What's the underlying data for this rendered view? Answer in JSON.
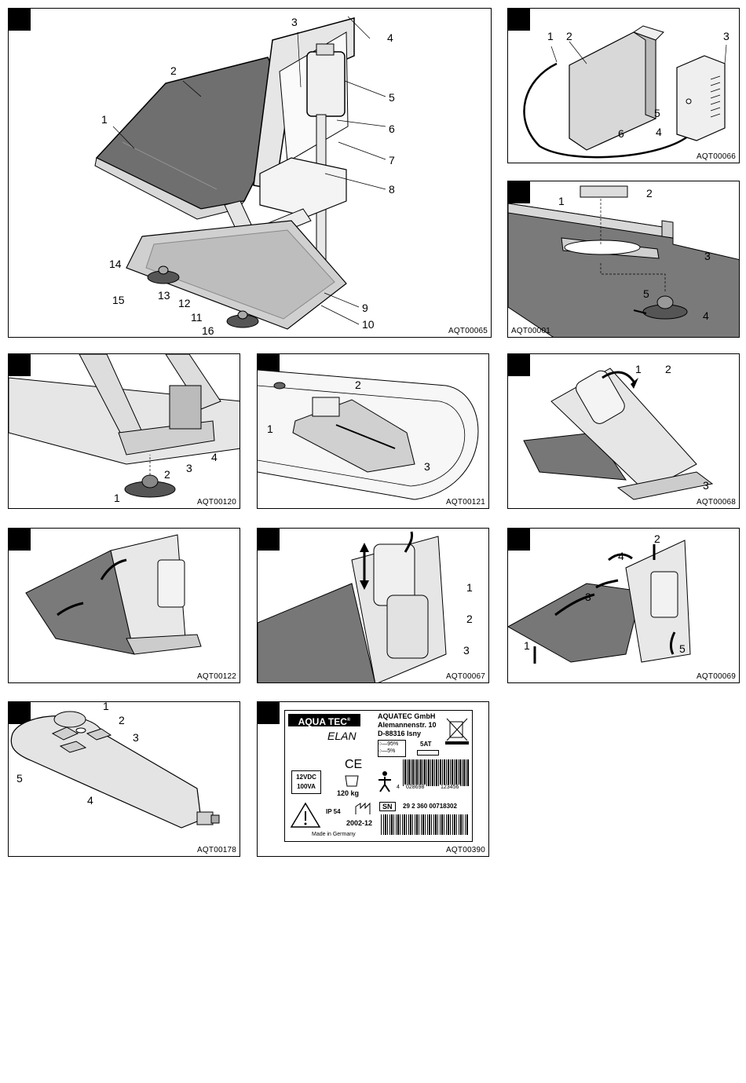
{
  "panels": {
    "p1": {
      "code": "AQT00065",
      "callouts": [
        "1",
        "2",
        "3",
        "4",
        "5",
        "6",
        "7",
        "8",
        "9",
        "10",
        "11",
        "12",
        "13",
        "14",
        "15",
        "16"
      ]
    },
    "p2": {
      "code": "AQT00066",
      "callouts": [
        "1",
        "2",
        "3",
        "4",
        "5",
        "6"
      ]
    },
    "p3": {
      "code": "AQT00001",
      "callouts": [
        "1",
        "2",
        "3",
        "4",
        "5"
      ]
    },
    "p4": {
      "code": "AQT00120",
      "callouts": [
        "1",
        "2",
        "3",
        "4"
      ]
    },
    "p5": {
      "code": "AQT00121",
      "callouts": [
        "1",
        "2",
        "3"
      ]
    },
    "p6": {
      "code": "AQT00068",
      "callouts": [
        "1",
        "2",
        "3"
      ]
    },
    "p7": {
      "code": "AQT00122"
    },
    "p8": {
      "code": "AQT00067",
      "callouts": [
        "1",
        "2",
        "3"
      ]
    },
    "p9": {
      "code": "AQT00069",
      "callouts": [
        "1",
        "2",
        "3",
        "4",
        "5"
      ]
    },
    "p10": {
      "code": "AQT00178",
      "callouts": [
        "1",
        "2",
        "3",
        "4",
        "5"
      ]
    },
    "p11": {
      "code": "AQT00390",
      "brand": "AQUA TEC",
      "registered": "®",
      "model": "ELAN",
      "company": "AQUATEC GmbH",
      "street": "Alemannenstr. 10",
      "city": "D-88316 Isny",
      "humidity_max": "95%",
      "humidity_min": "5%",
      "fuse": "5AT",
      "voltage": "12VDC",
      "power": "100VA",
      "ce": "CE",
      "load": "120 kg",
      "barcode_left": "4",
      "barcode_mid": "028698",
      "barcode_right": "123456",
      "ip": "IP 54",
      "date": "2002-12",
      "sn_label": "SN",
      "serial": "29 2 360 00718302",
      "made_in": "Made in Germany"
    }
  }
}
